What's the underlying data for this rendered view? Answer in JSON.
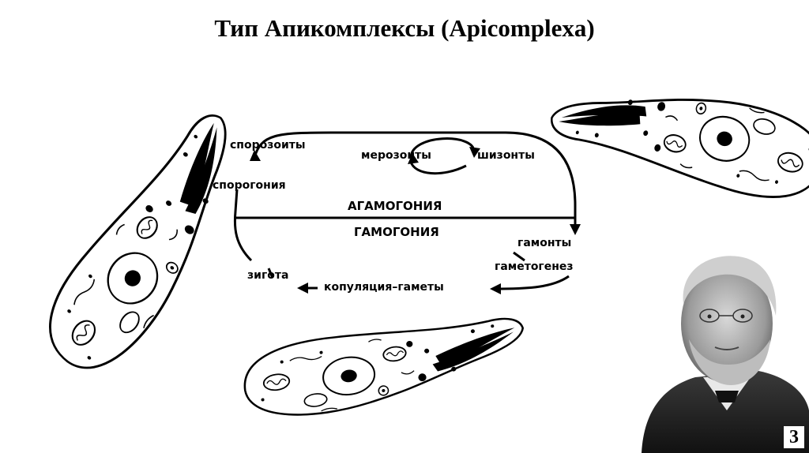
{
  "slide": {
    "title": "Тип Апикомплексы (Apicomplexa)",
    "page_number": "3"
  },
  "cycle": {
    "sporozoites": "спорозоиты",
    "merozoites": "мерозоиты",
    "schizonts": "шизонты",
    "sporogony": "спорогония",
    "agamogony": "АГАМОГОНИЯ",
    "gamogony": "ГАМОГОНИЯ",
    "gamonts": "гамонты",
    "gametogenesis": "гаметогенез",
    "zygote": "зигота",
    "copulation": "копуляция–гаметы"
  }
}
